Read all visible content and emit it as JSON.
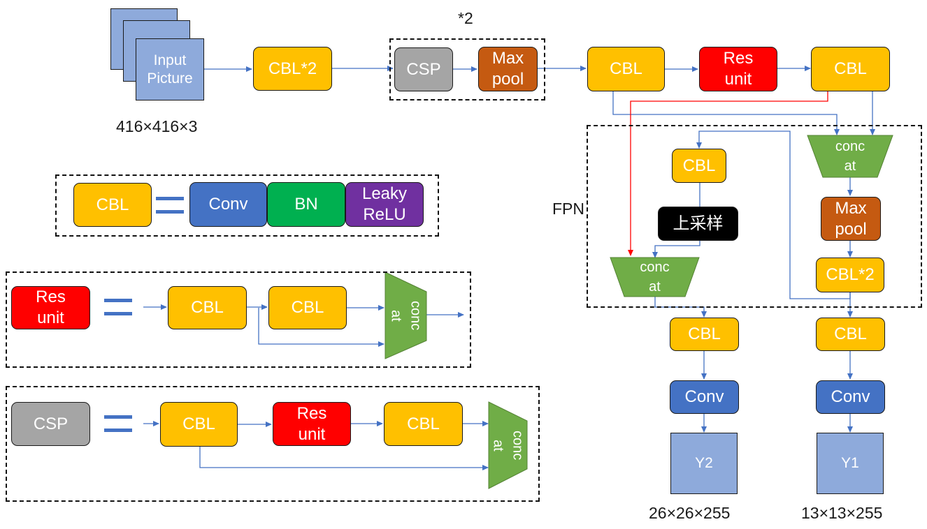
{
  "input": {
    "label": "Input\nPicture",
    "size": "416×416×3"
  },
  "repeat_label": "*2",
  "fpn_label": "FPN",
  "main_path": {
    "cbl2": "CBL*2",
    "csp": "CSP",
    "maxpool": "Max\npool",
    "cbl_a": "CBL",
    "res_unit": "Res\nunit",
    "cbl_b": "CBL"
  },
  "fpn": {
    "cbl_left": "CBL",
    "upsample": "上采样",
    "concat_left": "conc\nat",
    "concat_right": "conc\nat",
    "maxpool_right": "Max\npool",
    "cbl2_right": "CBL*2"
  },
  "heads": {
    "left": {
      "cbl": "CBL",
      "conv": "Conv",
      "output": "Y2",
      "size": "26×26×255"
    },
    "right": {
      "cbl": "CBL",
      "conv": "Conv",
      "output": "Y1",
      "size": "13×13×255"
    }
  },
  "legend_cbl": {
    "lhs": "CBL",
    "conv": "Conv",
    "bn": "BN",
    "leaky": "Leaky\nReLU"
  },
  "legend_res": {
    "lhs": "Res\nunit",
    "cbl_a": "CBL",
    "cbl_b": "CBL",
    "concat": "conc\nat"
  },
  "legend_csp": {
    "lhs": "CSP",
    "cbl_a": "CBL",
    "res_unit": "Res\nunit",
    "cbl_b": "CBL",
    "concat": "conc\nat"
  },
  "colors": {
    "cbl": "#ffc000",
    "csp": "#a5a5a5",
    "maxpool": "#c55a11",
    "res_unit": "#ff0000",
    "conv": "#4472c4",
    "bn": "#00b050",
    "leaky_relu": "#7030a0",
    "upsample": "#000000",
    "concat": "#70ad47",
    "picture": "#8eaadb",
    "connector": "#4472c4",
    "skip_connector": "#ff0000"
  }
}
